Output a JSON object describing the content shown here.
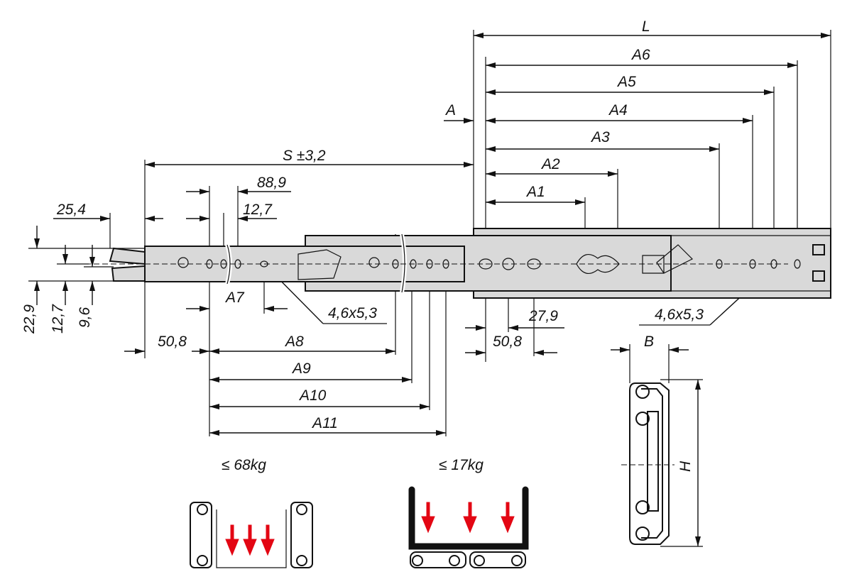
{
  "title": "Telescopic slide drawing",
  "dimensions": {
    "L": "L",
    "A6": "A6",
    "A5": "A5",
    "A4": "A4",
    "A3": "A3",
    "A2": "A2",
    "A1": "A1",
    "A": "A",
    "S": "S ±3,2",
    "d88_9": "88,9",
    "d12_7_top": "12,7",
    "d25_4": "25,4",
    "d22_9": "22,9",
    "d12_7_side": "12,7",
    "d9_6": "9,6",
    "A7": "A7",
    "hole_left": "4,6x5,3",
    "d50_8_left": "50,8",
    "A8": "A8",
    "A9": "A9",
    "A10": "A10",
    "A11": "A11",
    "d27_9": "27,9",
    "d50_8_right": "50,8",
    "hole_right": "4,6x5,3",
    "B": "B",
    "H": "H"
  },
  "loads": {
    "side_mount": "≤ 68kg",
    "bottom_mount": "≤ 17kg"
  },
  "colors": {
    "arrow": "#e30613",
    "rail": "#d9d9d9"
  }
}
